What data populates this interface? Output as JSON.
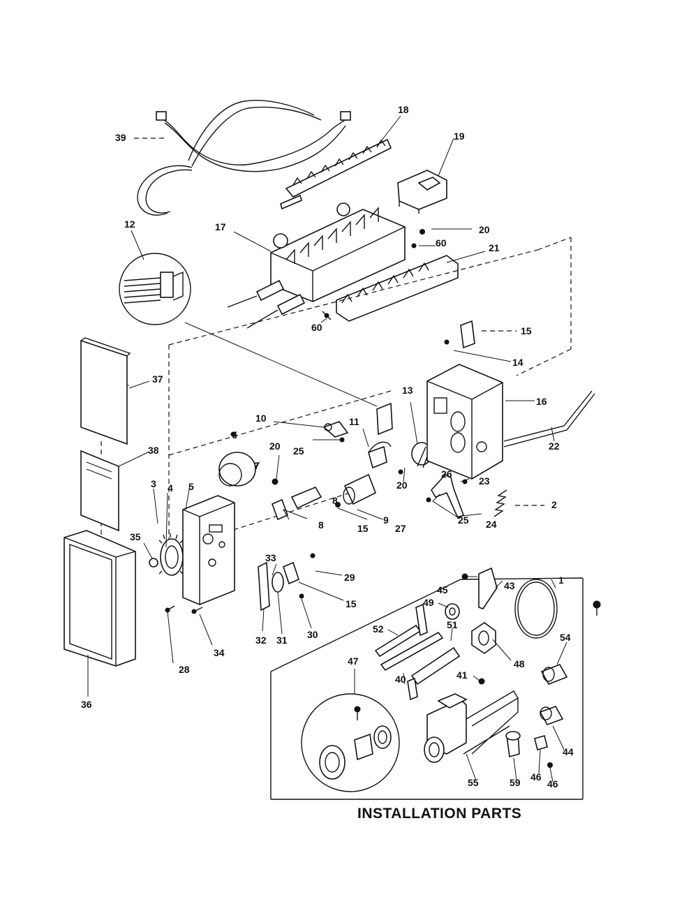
{
  "section_title": "INSTALLATION PARTS",
  "part_numbers": {
    "p1": "1",
    "p2": "2",
    "p3": "3",
    "p4": "4",
    "p5": "5",
    "p6": "6",
    "p7": "7",
    "p8": "8",
    "p9": "9",
    "p10": "10",
    "p11": "11",
    "p12": "12",
    "p13": "13",
    "p14": "14",
    "p15a": "15",
    "p15b": "15",
    "p15c": "15",
    "p16": "16",
    "p17": "17",
    "p18": "18",
    "p19": "19",
    "p20a": "20",
    "p20b": "20",
    "p20c": "20",
    "p21": "21",
    "p22": "22",
    "p23": "23",
    "p24": "24",
    "p25a": "25",
    "p25b": "25",
    "p26": "26",
    "p27": "27",
    "p28": "28",
    "p29": "29",
    "p30": "30",
    "p31": "31",
    "p32": "32",
    "p33": "33",
    "p34": "34",
    "p35": "35",
    "p36": "36",
    "p37": "37",
    "p38": "38",
    "p39": "39",
    "p40": "40",
    "p41": "41",
    "p43": "43",
    "p44": "44",
    "p45": "45",
    "p46a": "46",
    "p46b": "46",
    "p47": "47",
    "p48": "48",
    "p49": "49",
    "p51": "51",
    "p52": "52",
    "p54": "54",
    "p55": "55",
    "p59": "59",
    "p60a": "60",
    "p60b": "60",
    "p8b": "8"
  }
}
